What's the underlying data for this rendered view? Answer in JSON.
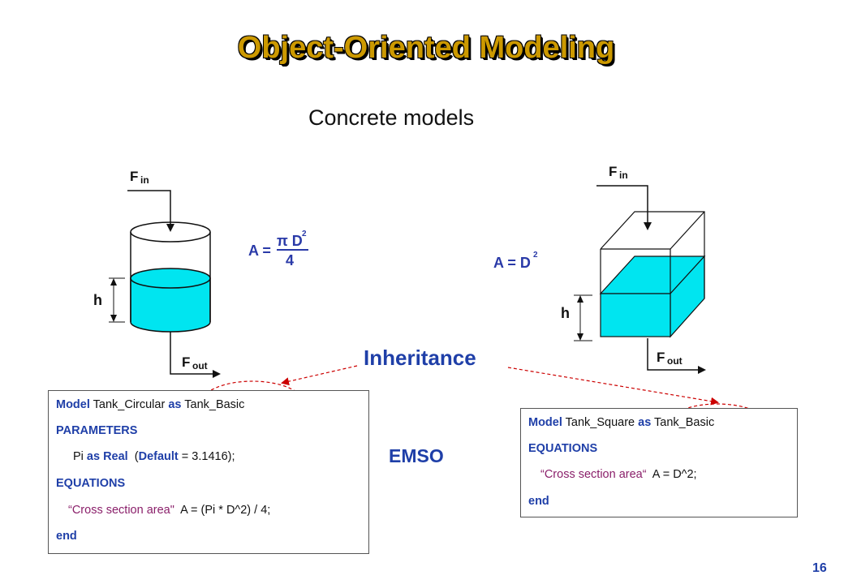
{
  "slide": {
    "title": "Object-Oriented Modeling",
    "subtitle": "Concrete models",
    "page_number": "16"
  },
  "diagram": {
    "circular_tank": {
      "flow_in_main": "F",
      "flow_in_sub": "in",
      "flow_out_main": "F",
      "flow_out_sub": "out",
      "height_label": "h",
      "area_lhs": "A =",
      "area_num": "π D",
      "area_exp": "2",
      "area_den": "4"
    },
    "square_tank": {
      "flow_in_main": "F",
      "flow_in_sub": "in",
      "flow_out_main": "F",
      "flow_out_sub": "out",
      "height_label": "h",
      "area_lhs": "A = D",
      "area_exp": "2"
    },
    "inheritance_label": "Inheritance",
    "emso_label": "EMSO",
    "colors": {
      "liquid": "#00e5f0",
      "accent_text": "#1f3fa8",
      "title": "#cc9900",
      "arrow": "#cc0000"
    }
  },
  "code_circular": {
    "l1_kw": "Model",
    "l1_name": " Tank_Circular ",
    "l1_kw2": "as",
    "l1_base": " Tank_Basic",
    "l2_kw": "PARAMETERS",
    "l3_name": "Pi ",
    "l3_kw": "as Real",
    "l3_open": "  (",
    "l3_kw2": "Default",
    "l3_rest": " = 3.1416);",
    "l4_kw": "EQUATIONS",
    "l5_str": "“Cross section area\"",
    "l5_rest": "  A = (Pi * D^2) / 4;",
    "l6_kw": "end"
  },
  "code_square": {
    "l1_kw": "Model",
    "l1_name": " Tank_Square ",
    "l1_kw2": "as",
    "l1_base": " Tank_Basic",
    "l2_kw": "EQUATIONS",
    "l3_str": "“Cross section area“",
    "l3_rest": "  A = D^2;",
    "l4_kw": "end"
  }
}
